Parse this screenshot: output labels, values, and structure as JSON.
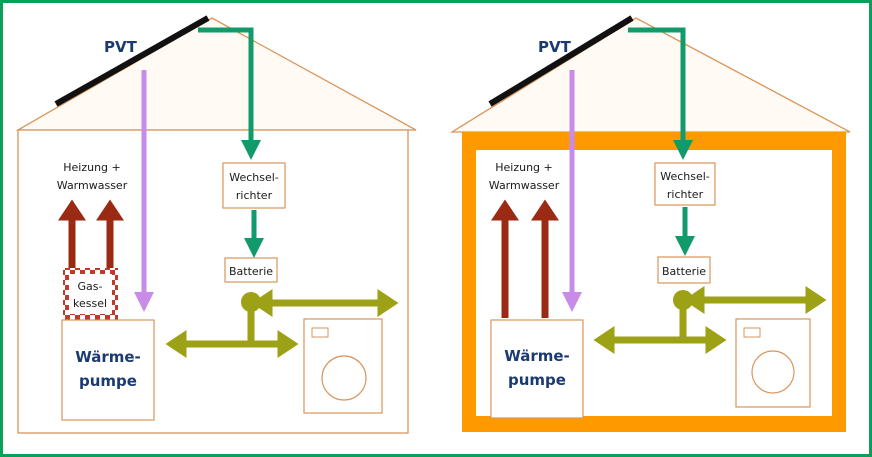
{
  "colors": {
    "frame": "#0aa05a",
    "house_outline": "#d9955a",
    "insulation": "#ff9900",
    "pvt_panel": "#111111",
    "pvt_label": "#1b3a73",
    "solar_line": "#129b6a",
    "heat_pump_line": "#c88ce8",
    "heating_arrows": "#9b2a15",
    "power_lines": "#9da116",
    "gas_boiler_pattern": "#c0392b"
  },
  "left": {
    "pvt_label": "PVT",
    "heating_label_line1": "Heizung +",
    "heating_label_line2": "Warmwasser",
    "inverter_line1": "Wechsel-",
    "inverter_line2": "richter",
    "battery": "Batterie",
    "gas_line1": "Gas-",
    "gas_line2": "kessel",
    "heat_pump_line1": "Wärme-",
    "heat_pump_line2": "pumpe",
    "appliance_icon": "washing-machine-icon"
  },
  "right": {
    "pvt_label": "PVT",
    "heating_label_line1": "Heizung +",
    "heating_label_line2": "Warmwasser",
    "inverter_line1": "Wechsel-",
    "inverter_line2": "richter",
    "battery": "Batterie",
    "heat_pump_line1": "Wärme-",
    "heat_pump_line2": "pumpe",
    "appliance_icon": "washing-machine-icon"
  }
}
